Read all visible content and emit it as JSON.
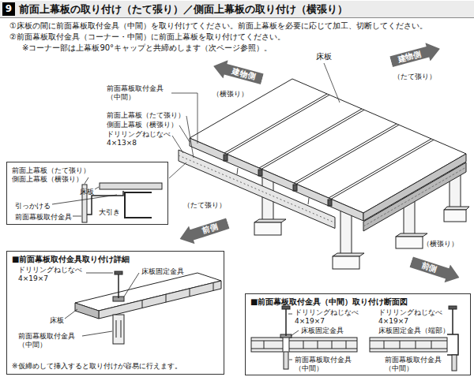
{
  "diagram": {
    "title": "前面上幕板の取り付け（たて張り）／側面上幕板の取り付け（横張り）",
    "nodes": [
      {
        "text": [
          "9"
        ]
      },
      {
        "text": [
          "建物側",
          "（横張り）"
        ]
      },
      {
        "text": [
          "建物側",
          "（たて張り）"
        ]
      },
      {
        "text": [
          "（たて張り）",
          "前側"
        ]
      },
      {
        "text": [
          "（横張り）",
          "前側"
        ]
      },
      {
        "text": [
          "前面上幕板（たて張り）",
          "側面上幕板（横張り）",
          "床板",
          "引っかける",
          "大引き",
          "前面幕板取付金具"
        ]
      },
      {
        "text": [
          "■前面幕板取付金具取り付け詳細",
          "ドリリングねじなべ 4×19×7",
          "床板固定金具",
          "床板",
          "前面幕板取付金具 （中間）",
          "※仮締めして挿入すると取り付けが容易に行えます。"
        ]
      },
      {
        "text": [
          "■前面幕板取付金具（中間）取り付け断面図",
          "ドリリングねじなべ 4×19×7",
          "床板固定金具",
          "前面幕板取付金具 （中間）",
          "ドリリングねじなべ 4×19×7",
          "床板固定金具（端部）",
          "前面幕板取付金具 （中間）"
        ]
      }
    ],
    "labels": [
      "①床板の間に前面幕板取付金具（中間）を取り付けてください。前面上幕板を必要に応じて加工、切断してください。",
      "②前面幕板取付金具（コーナー・中間）に前面上幕板を取り付けてください。",
      "※コーナー部は上幕板90°キャップと共締めします（次ページ参照）。",
      "床板",
      "前面幕板取付金具 （中間）",
      "前面上幕板（たて張り）",
      "側面上幕板（横張り）",
      "ドリリングねじなべ 4×13×8"
    ]
  }
}
